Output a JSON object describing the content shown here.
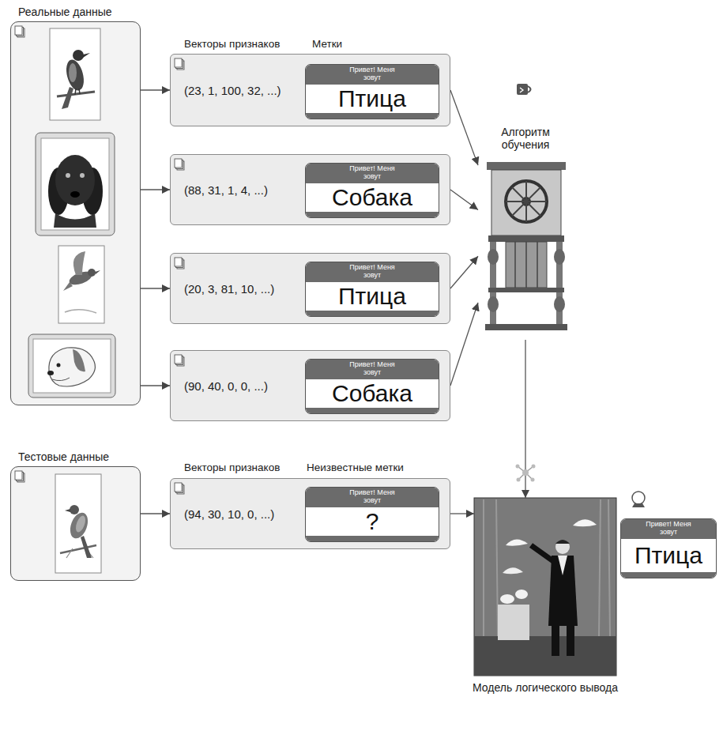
{
  "diagram": {
    "nodes": [
      {
        "text": [
          "Реальные данные"
        ]
      },
      {
        "text": [
          "(23, 1, 100, 32, ...)"
        ]
      },
      {
        "text": [
          "Привет! Меня зовут",
          "Птица"
        ],
        "in": 1
      },
      {
        "text": [
          "(88, 31, 1, 4, ...)"
        ]
      },
      {
        "text": [
          "Привет! Меня зовут",
          "Собака"
        ],
        "in": 3
      },
      {
        "text": [
          "(20, 3, 81, 10, ...)"
        ]
      },
      {
        "text": [
          "Привет! Меня зовут",
          "Птица"
        ],
        "in": 5
      },
      {
        "text": [
          "(90, 40, 0, 0, ...)"
        ]
      },
      {
        "text": [
          "Привет! Меня зовут",
          "Собака"
        ],
        "in": 7
      },
      {
        "text": [
          "Алгоритм обучения"
        ]
      },
      {
        "text": [
          "Тестовые данные"
        ]
      },
      {
        "text": [
          "(94, 30, 10, 0, ...)"
        ]
      },
      {
        "text": [
          "Привет! Меня зовут",
          "?"
        ],
        "in": 11
      },
      {
        "text": [
          "Модель логического вывода"
        ]
      },
      {
        "text": [
          "Привет! Меня зовут",
          "Птица"
        ]
      }
    ],
    "edges": [
      {
        "from": 0,
        "to": 1,
        "arrow": "to"
      },
      {
        "from": 0,
        "to": 3,
        "arrow": "to"
      },
      {
        "from": 0,
        "to": 5,
        "arrow": "to"
      },
      {
        "from": 0,
        "to": 7,
        "arrow": "to"
      },
      {
        "from": 1,
        "to": 9,
        "arrow": "to"
      },
      {
        "from": 3,
        "to": 9,
        "arrow": "to"
      },
      {
        "from": 5,
        "to": 9,
        "arrow": "to"
      },
      {
        "from": 7,
        "to": 9,
        "arrow": "to"
      },
      {
        "from": 9,
        "to": 13,
        "arrow": "to"
      },
      {
        "from": 10,
        "to": 11,
        "arrow": "to"
      },
      {
        "from": 11,
        "to": 13,
        "arrow": "to"
      }
    ],
    "labels": [
      "Векторы признаков",
      "Метки",
      "Векторы признаков",
      "Неизвестные метки"
    ]
  }
}
